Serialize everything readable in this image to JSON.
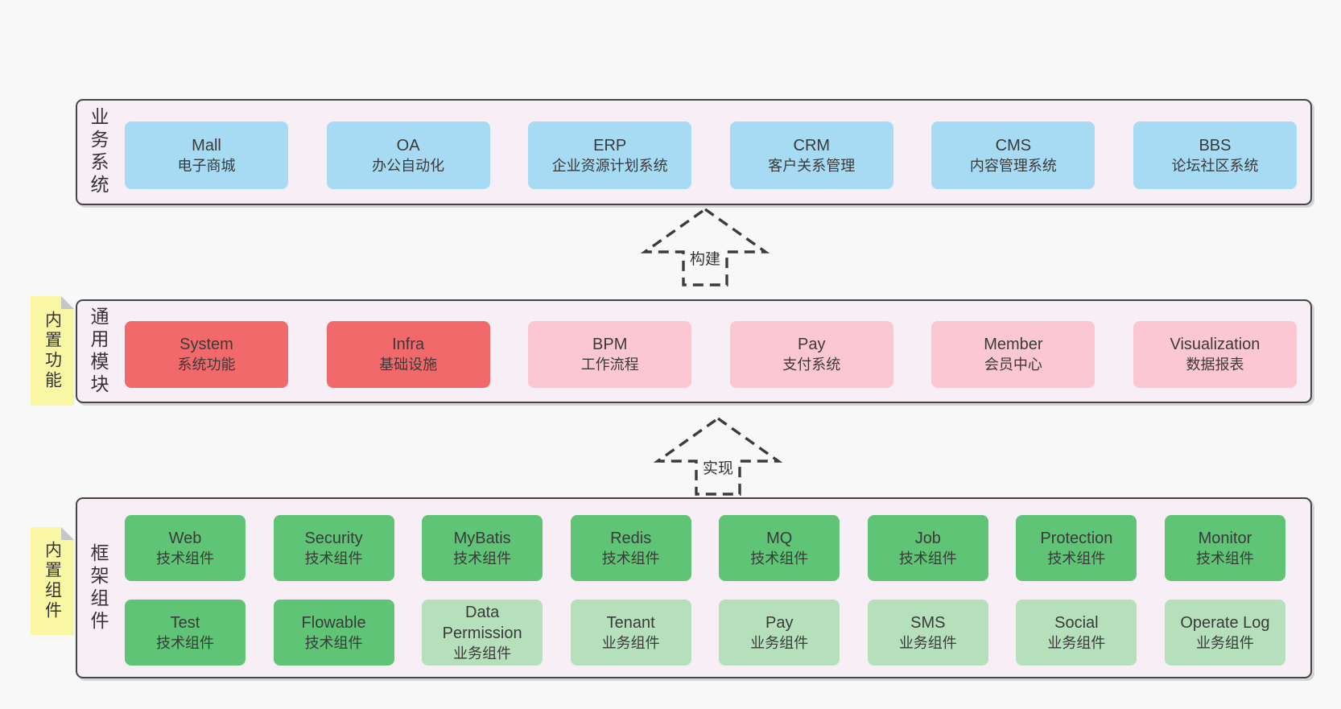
{
  "colors": {
    "page_bg": "#f8f8f8",
    "band_bg": "#f8eef6",
    "band_border": "#454545",
    "blue": "#a6dbf3",
    "red": "#f1696b",
    "pink": "#fbc8d1",
    "green_dark": "#5fc475",
    "green_light": "#b5e0bb",
    "sticky_yellow": "#f9f7a3",
    "sticky_fold_gray": "#c6c6c6",
    "text": "#3a3a3a"
  },
  "bands": [
    {
      "label": "业务系统",
      "rows": [
        [
          {
            "en": "Mall",
            "zh": "电子商城",
            "color": "blue"
          },
          {
            "en": "OA",
            "zh": "办公自动化",
            "color": "blue"
          },
          {
            "en": "ERP",
            "zh": "企业资源计划系统",
            "color": "blue"
          },
          {
            "en": "CRM",
            "zh": "客户关系管理",
            "color": "blue"
          },
          {
            "en": "CMS",
            "zh": "内容管理系统",
            "color": "blue"
          },
          {
            "en": "BBS",
            "zh": "论坛社区系统",
            "color": "blue"
          }
        ]
      ]
    },
    {
      "label": "通用模块",
      "sticky": "内置功能",
      "rows": [
        [
          {
            "en": "System",
            "zh": "系统功能",
            "color": "red"
          },
          {
            "en": "Infra",
            "zh": "基础设施",
            "color": "red"
          },
          {
            "en": "BPM",
            "zh": "工作流程",
            "color": "pink"
          },
          {
            "en": "Pay",
            "zh": "支付系统",
            "color": "pink"
          },
          {
            "en": "Member",
            "zh": "会员中心",
            "color": "pink"
          },
          {
            "en": "Visualization",
            "zh": "数据报表",
            "color": "pink"
          }
        ]
      ]
    },
    {
      "label": "框架组件",
      "sticky": "内置组件",
      "rows": [
        [
          {
            "en": "Web",
            "zh": "技术组件",
            "color": "green_dark"
          },
          {
            "en": "Security",
            "zh": "技术组件",
            "color": "green_dark"
          },
          {
            "en": "MyBatis",
            "zh": "技术组件",
            "color": "green_dark"
          },
          {
            "en": "Redis",
            "zh": "技术组件",
            "color": "green_dark"
          },
          {
            "en": "MQ",
            "zh": "技术组件",
            "color": "green_dark"
          },
          {
            "en": "Job",
            "zh": "技术组件",
            "color": "green_dark"
          },
          {
            "en": "Protection",
            "zh": "技术组件",
            "color": "green_dark"
          },
          {
            "en": "Monitor",
            "zh": "技术组件",
            "color": "green_dark"
          }
        ],
        [
          {
            "en": "Test",
            "zh": "技术组件",
            "color": "green_dark"
          },
          {
            "en": "Flowable",
            "zh": "技术组件",
            "color": "green_dark"
          },
          {
            "en": "Data Permission",
            "zh": "业务组件",
            "color": "green_light"
          },
          {
            "en": "Tenant",
            "zh": "业务组件",
            "color": "green_light"
          },
          {
            "en": "Pay",
            "zh": "业务组件",
            "color": "green_light"
          },
          {
            "en": "SMS",
            "zh": "业务组件",
            "color": "green_light"
          },
          {
            "en": "Social",
            "zh": "业务组件",
            "color": "green_light"
          },
          {
            "en": "Operate Log",
            "zh": "业务组件",
            "color": "green_light"
          }
        ]
      ]
    }
  ],
  "arrows": [
    {
      "label": "构建"
    },
    {
      "label": "实现"
    }
  ]
}
